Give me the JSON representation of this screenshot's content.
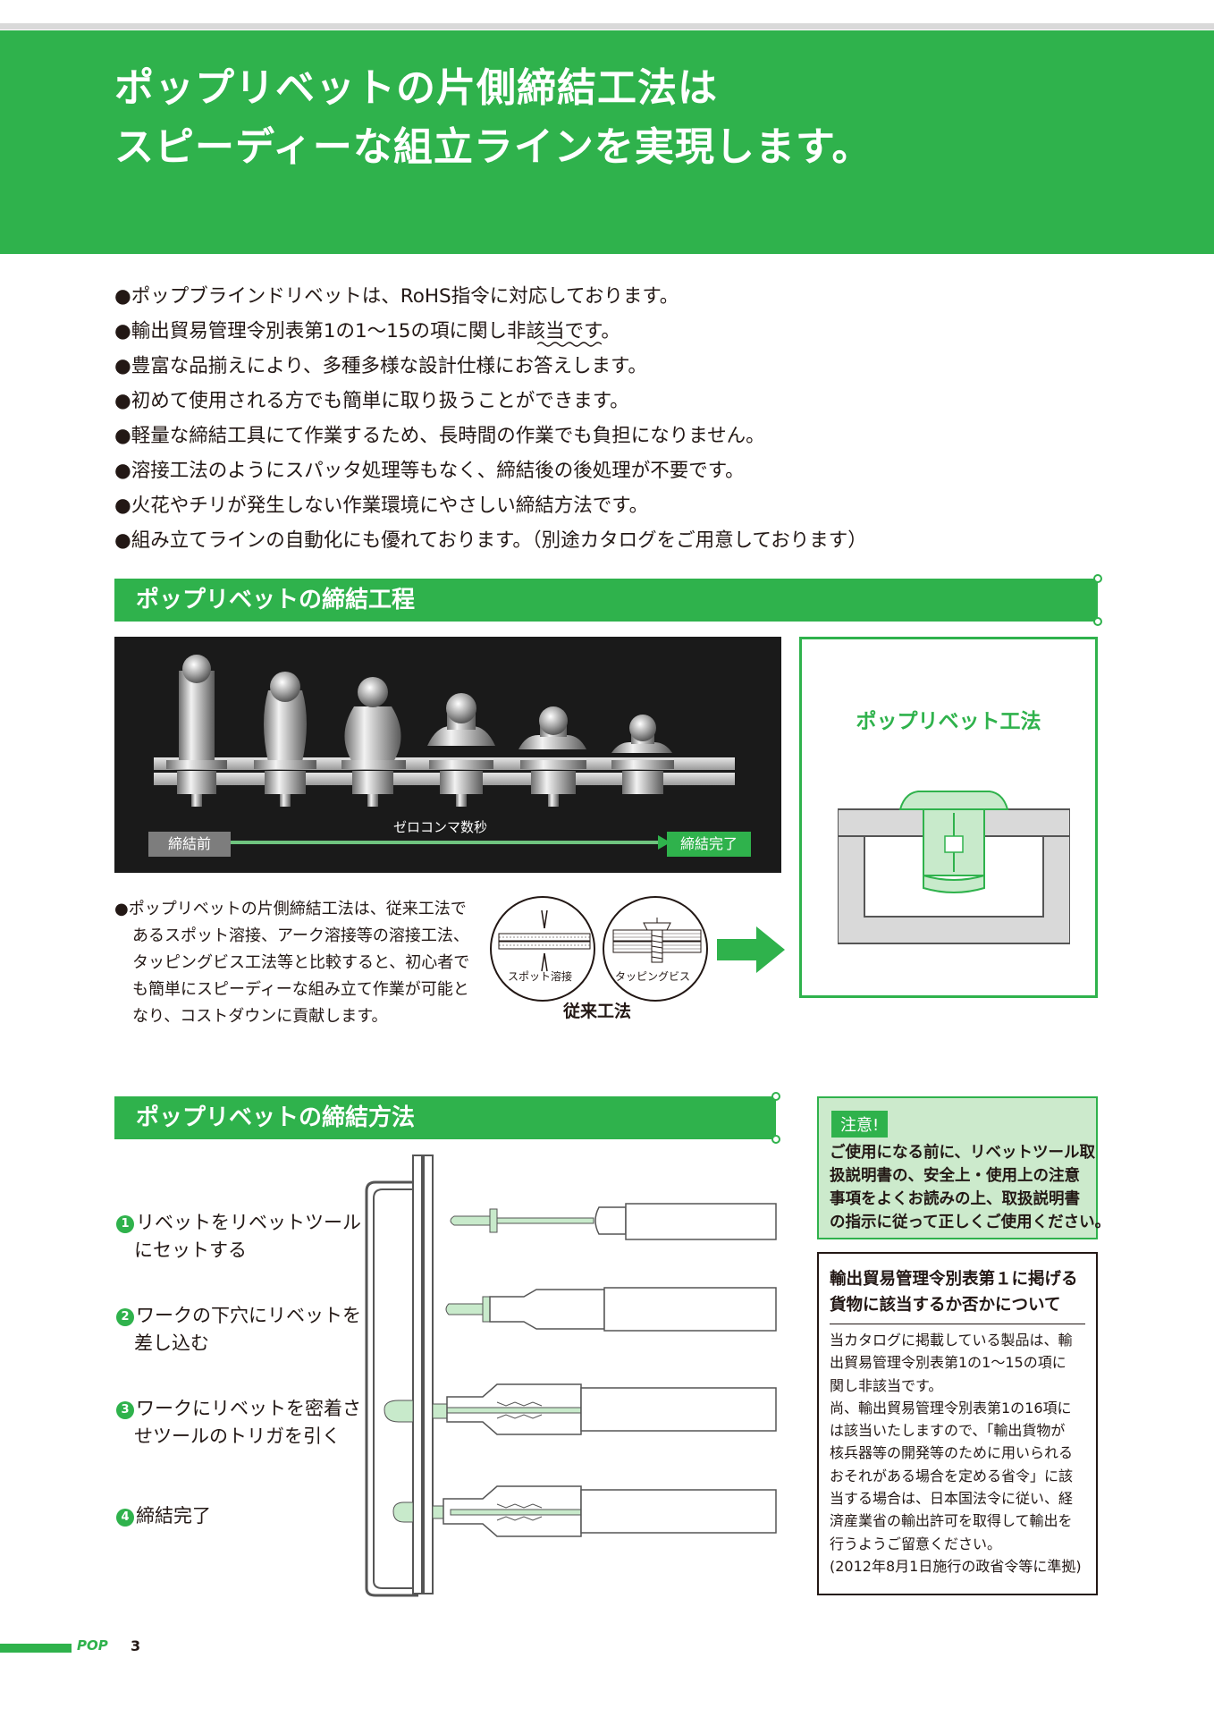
{
  "hero": {
    "line1": "ポップリベットの片側締結工法は",
    "line2": "スピーディーな組立ラインを実現します。"
  },
  "bullets": [
    "●ポップブラインドリベットは、RoHS指令に対応しております。",
    "●輸出貿易管理令別表第1の1～15の項に関し非該当です。",
    "●豊富な品揃えにより、多種多様な設計仕様にお答えします。",
    "●初めて使用される方でも簡単に取り扱うことができます。",
    "●軽量な締結工具にて作業するため、長時間の作業でも負担になりません。",
    "●溶接工法のようにスパッタ処理等もなく、締結後の後処理が不要です。",
    "●火花やチリが発生しない作業環境にやさしい締結方法です。",
    "●組み立てラインの自動化にも優れております。（別途カタログをご用意しております）"
  ],
  "process": {
    "heading": "ポップリベットの締結工程",
    "zero": "ゼロコンマ数秒",
    "before": "締結前",
    "after": "締結完了"
  },
  "conventional": {
    "text": [
      "●ポップリベットの片側締結工法は、従来工法で",
      "あるスポット溶接、アーク溶接等の溶接工法、",
      "タッピングビス工法等と比較すると、初心者で",
      "も簡単にスピーディーな組み立て作業が可能と",
      "なり、コストダウンに貢献します。"
    ],
    "spot": "スポット溶接",
    "tapping": "タッピングビス",
    "caption": "従来工法"
  },
  "method_box": {
    "title": "ポップリベット工法"
  },
  "method": {
    "heading": "ポップリベットの締結方法",
    "steps": [
      {
        "num": "1",
        "lines": [
          "リベットをリベットツール",
          "にセットする"
        ]
      },
      {
        "num": "2",
        "lines": [
          "ワークの下穴にリベットを",
          "差し込む"
        ]
      },
      {
        "num": "3",
        "lines": [
          "ワークにリベットを密着さ",
          "せツールのトリガを引く"
        ]
      },
      {
        "num": "4",
        "lines": [
          "締結完了",
          ""
        ]
      }
    ]
  },
  "caution": {
    "tag": "注意!",
    "lines": [
      "ご使用になる前に、リベットツール取",
      "扱説明書の、安全上・使用上の注意",
      "事項をよくお読みの上、取扱説明書",
      "の指示に従って正しくご使用ください。"
    ]
  },
  "export": {
    "title": [
      "輸出貿易管理令別表第１に掲げる",
      "貨物に該当するか否かについて"
    ],
    "body": [
      "当カタログに掲載している製品は、輸",
      "出貿易管理令別表第1の1～15の項に",
      "関し非該当です。",
      "尚、輸出貿易管理令別表第1の16項に",
      "は該当いたしますので、「輸出貨物が",
      "核兵器等の開発等のために用いられる",
      "おそれがある場合を定める省令」に該",
      "当する場合は、日本国法令に従い、経",
      "済産業省の輸出許可を取得して輸出を",
      "行うようご留意ください。",
      "(2012年8月1日施行の政省令等に準拠)"
    ]
  },
  "footer": {
    "logo": "POP",
    "page": "3"
  },
  "colors": {
    "brand_green": "#2fb24c",
    "caution_bg": "#cceacc"
  }
}
